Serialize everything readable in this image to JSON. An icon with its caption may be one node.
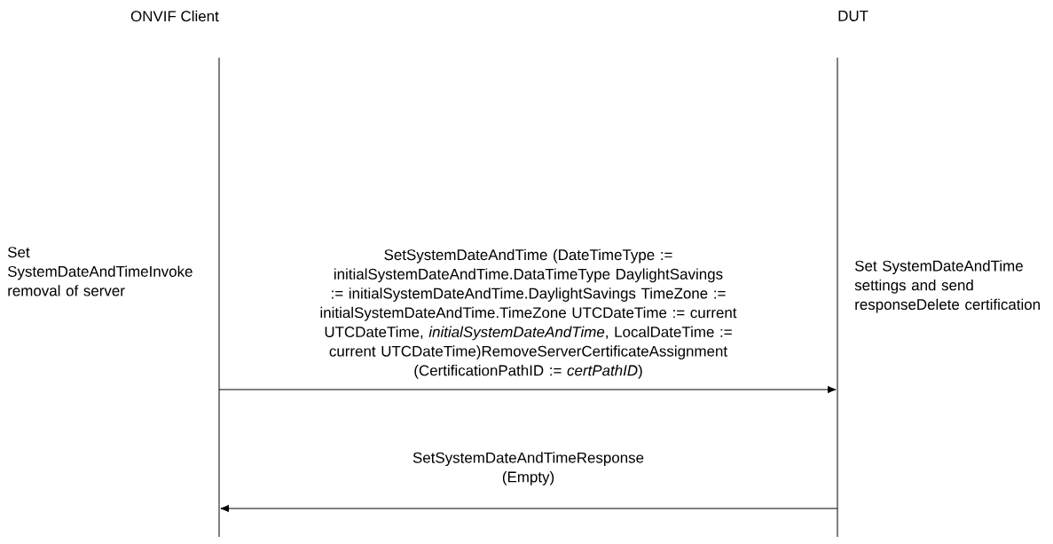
{
  "diagram": {
    "nodes": [
      {
        "text": [
          "ONVIF Client"
        ]
      },
      {
        "text": [
          "DUT"
        ]
      }
    ],
    "edges": [
      {
        "from": 0,
        "to": 1,
        "arrow": "to",
        "label": "SetSystemDateAndTime (DateTimeType := initialSystemDateAndTime.DataTimeType DaylightSavings := initialSystemDateAndTime.DaylightSavings TimeZone := initialSystemDateAndTime.TimeZone UTCDateTime := current UTCDateTime, *initialSystemDateAndTime*, LocalDateTime := current UTCDateTime)RemoveServerCertificateAssignment (CertificationPathID := *certPathID*)"
      },
      {
        "from": 1,
        "to": 0,
        "arrow": "to",
        "label": "SetSystemDateAndTimeResponse (Empty)"
      }
    ],
    "labels": [
      "Set SystemDateAndTimeInvoke removal of server",
      "Set SystemDateAndTime settings and send responseDelete certification"
    ]
  }
}
